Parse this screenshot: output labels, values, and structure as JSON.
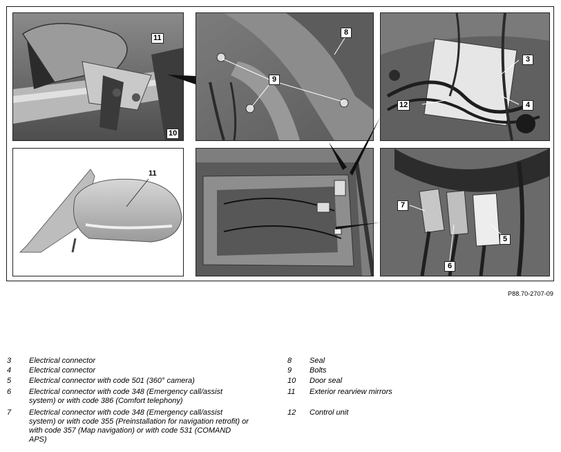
{
  "figure": {
    "id": "P88.70-2707-09",
    "callouts": {
      "p1_11": "11",
      "p1_10": "10",
      "p2_8": "8",
      "p2_9": "9",
      "p3_3": "3",
      "p3_4": "4",
      "p3_12": "12",
      "p4_11": "11",
      "p6_7": "7",
      "p6_6": "6",
      "p6_5": "5"
    }
  },
  "legend": {
    "left": [
      {
        "num": "3",
        "text": "Electrical connector"
      },
      {
        "num": "4",
        "text": "Electrical connector"
      },
      {
        "num": "5",
        "text": "Electrical connector with code 501 (360° camera)"
      },
      {
        "num": "6",
        "text": "Electrical connector with code 348 (Emergency call/assist system) or with code 386 (Comfort telephony)"
      },
      {
        "num": "7",
        "text": "Electrical connector with code 348 (Emergency call/assist system) or with code 355 (Preinstallation for navigation retrofit) or with code 357 (Map navigation) or with code 531 (COMAND APS)"
      }
    ],
    "right": [
      {
        "num": "8",
        "text": "Seal"
      },
      {
        "num": "9",
        "text": "Bolts"
      },
      {
        "num": "10",
        "text": "Door seal"
      },
      {
        "num": "11",
        "text": "Exterior rearview mirrors"
      },
      {
        "num": "12",
        "text": "Control unit"
      }
    ]
  }
}
